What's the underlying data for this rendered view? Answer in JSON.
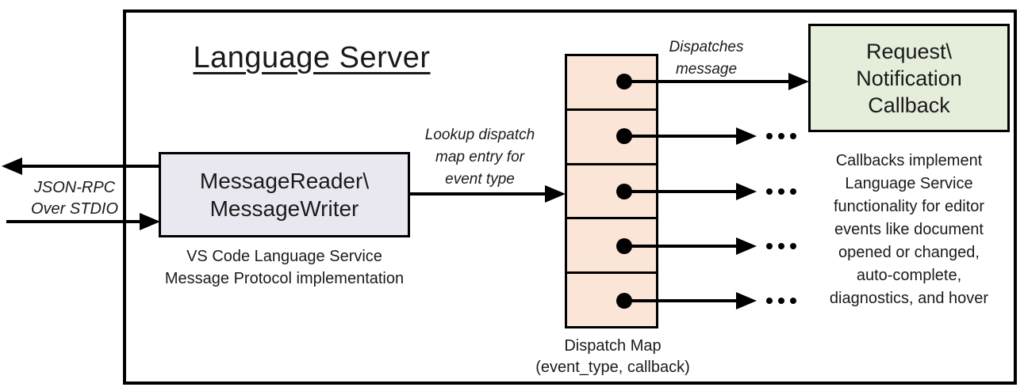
{
  "title": "Language Server",
  "message_box": {
    "line1": "MessageReader\\",
    "line2": "MessageWriter",
    "caption_line1": "VS Code Language Service",
    "caption_line2": "Message Protocol implementation"
  },
  "left_label": {
    "line1": "JSON-RPC",
    "line2": "Over STDIO"
  },
  "lookup_label": {
    "line1": "Lookup dispatch",
    "line2": "map entry for",
    "line3": "event type"
  },
  "dispatches_label": {
    "line1": "Dispatches",
    "line2": "message"
  },
  "callback_box": {
    "line1": "Request\\",
    "line2": "Notification",
    "line3": "Callback"
  },
  "dispatch_map": {
    "cell_count": 5,
    "caption_line1": "Dispatch Map",
    "caption_line2": "(event_type, callback)"
  },
  "callbacks_note": [
    "Callbacks implement",
    "Language Service",
    "functionality for editor",
    "events like document",
    "opened or changed,",
    "auto-complete,",
    "diagnostics, and hover"
  ],
  "colors": {
    "message_box_fill": "#E9E8F1",
    "dispatch_map_fill": "#FBE5D6",
    "callback_box_fill": "#E5EDDB"
  }
}
